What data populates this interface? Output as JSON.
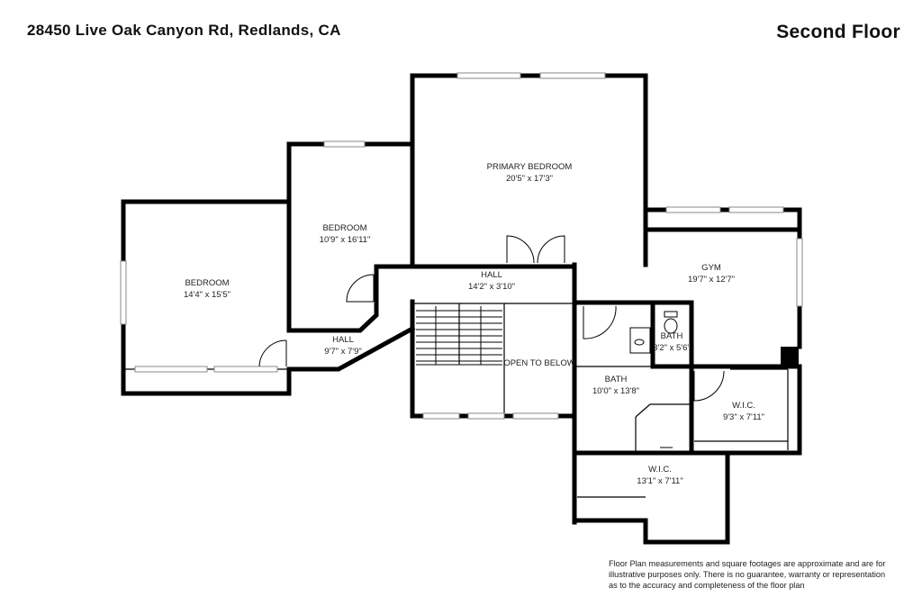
{
  "header": {
    "address": "28450 Live Oak Canyon Rd, Redlands, CA",
    "floor_title": "Second Floor"
  },
  "rooms": [
    {
      "name": "PRIMARY BEDROOM",
      "dimensions": "20'5\" x 17'3\""
    },
    {
      "name": "BEDROOM",
      "dimensions": "10'9\" x 16'11\""
    },
    {
      "name": "BEDROOM",
      "dimensions": "14'4\" x 15'5\""
    },
    {
      "name": "HALL",
      "dimensions": "14'2\" x 3'10\""
    },
    {
      "name": "HALL",
      "dimensions": "9'7\" x 7'9\""
    },
    {
      "name": "GYM",
      "dimensions": "19'7\" x 12'7\""
    },
    {
      "name": "OPEN TO BELOW",
      "dimensions": ""
    },
    {
      "name": "BATH",
      "dimensions": "3'2\" x 5'6\""
    },
    {
      "name": "BATH",
      "dimensions": "10'0\" x 13'8\""
    },
    {
      "name": "W.I.C.",
      "dimensions": "9'3\" x 7'11\""
    },
    {
      "name": "W.I.C.",
      "dimensions": "13'1\" x 7'11\""
    }
  ],
  "disclaimer": {
    "line1": "Floor Plan measurements and square footages are approximate and are for",
    "line2": "illustrative purposes only. There is no guarantee, warranty or representation",
    "line3": "as to the accuracy and completeness of the floor plan"
  },
  "colors": {
    "wall": "#000000",
    "window": "#9a9a9a",
    "background": "#ffffff"
  }
}
